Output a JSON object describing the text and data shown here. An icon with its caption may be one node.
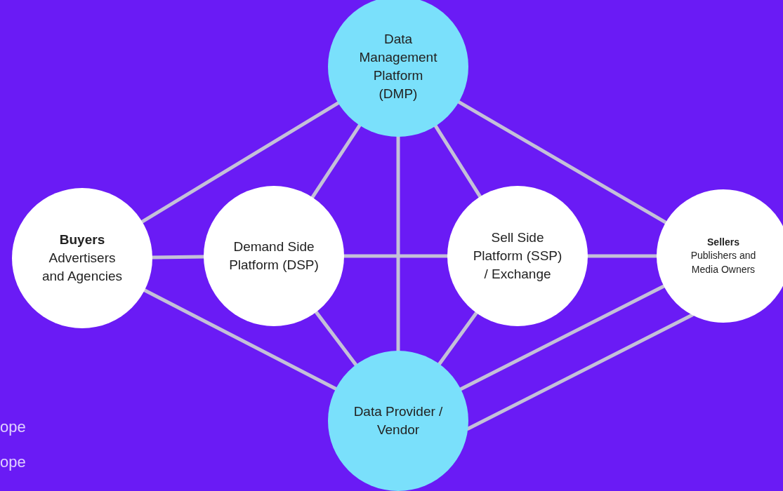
{
  "diagram": {
    "nodes": [
      {
        "text": [
          "Data Management Platform (DMP)"
        ]
      },
      {
        "text": [
          "Buyers",
          "Advertisers and Agencies"
        ]
      },
      {
        "text": [
          "Demand Side Platform (DSP)"
        ]
      },
      {
        "text": [
          "Sell Side Platform (SSP) / Exchange"
        ]
      },
      {
        "text": [
          "Sellers",
          "Publishers and Media Owners"
        ]
      },
      {
        "text": [
          "Data Provider / Vendor"
        ]
      }
    ],
    "edges": [
      {
        "from": 0,
        "to": 1,
        "arrow": "none"
      },
      {
        "from": 0,
        "to": 2,
        "arrow": "none"
      },
      {
        "from": 0,
        "to": 5,
        "arrow": "none"
      },
      {
        "from": 0,
        "to": 3,
        "arrow": "none"
      },
      {
        "from": 0,
        "to": 4,
        "arrow": "none"
      },
      {
        "from": 1,
        "to": 2,
        "arrow": "none"
      },
      {
        "from": 2,
        "to": 3,
        "arrow": "none"
      },
      {
        "from": 3,
        "to": 4,
        "arrow": "none"
      },
      {
        "from": 1,
        "to": 5,
        "arrow": "none"
      },
      {
        "from": 2,
        "to": 5,
        "arrow": "none"
      },
      {
        "from": 3,
        "to": 5,
        "arrow": "none"
      },
      {
        "from": 4,
        "to": 5,
        "arrow": "none"
      },
      {
        "from": 4,
        "to": 5,
        "arrow": "none"
      }
    ],
    "labels": [
      "ope",
      "ope"
    ]
  }
}
